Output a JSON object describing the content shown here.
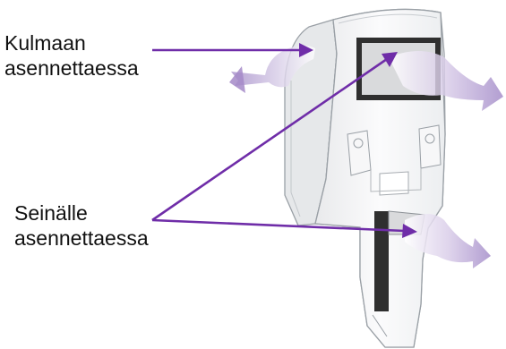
{
  "labels": {
    "corner": {
      "line1": "Kulmaan",
      "line2": "asennettaessa"
    },
    "wall": {
      "line1": "Seinälle",
      "line2": "asennettaessa"
    }
  },
  "colors": {
    "arrow": "#6f2da8",
    "tape_arrow": "#b9a6d6",
    "bracket_outline": "#9aa0a6",
    "bracket_fill": "#f4f5f6",
    "tape_dark": "#2b2b2b"
  }
}
